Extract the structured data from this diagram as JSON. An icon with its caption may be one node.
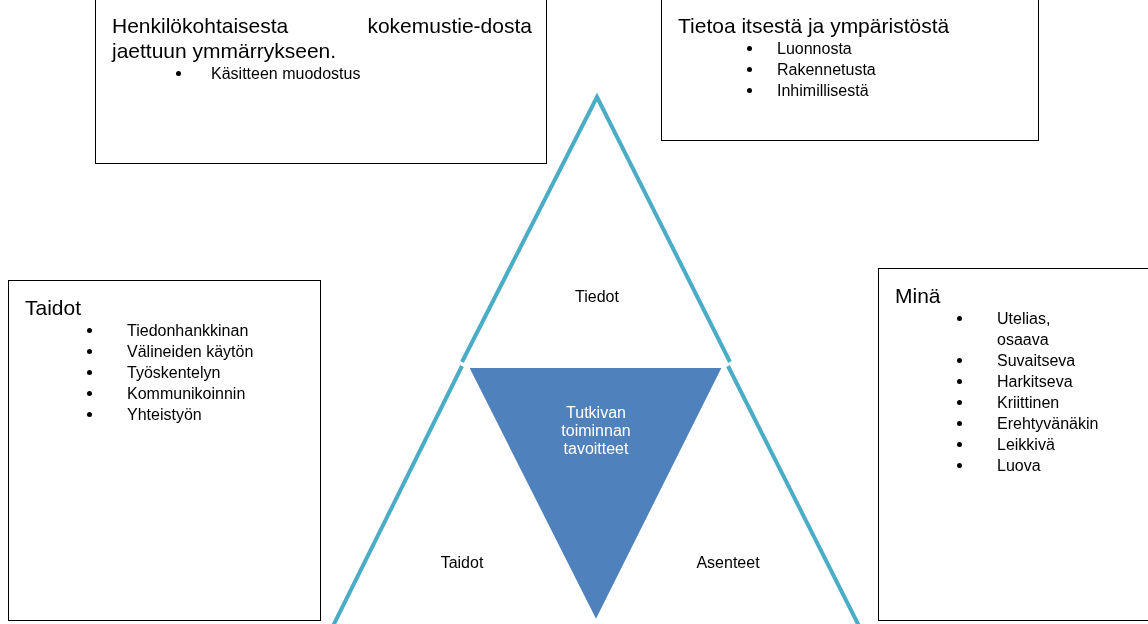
{
  "diagram": {
    "nodes": [
      {
        "text": [
          "Henkilökohtaisesta kokemustie-dosta jaettuun ymmärrykseen.",
          "Käsitteen muodostus"
        ]
      },
      {
        "text": [
          "Tietoa itsestä ja ympäristöstä",
          "Luonnosta",
          "Rakennetusta",
          "Inhimillisestä"
        ]
      },
      {
        "text": [
          "Taidot",
          "Tiedonhankkinan",
          "Välineiden käytön",
          "Työskentelyn",
          "Kommunikoinnin",
          "Yhteistyön"
        ]
      },
      {
        "text": [
          "Minä",
          "Utelias, osaava",
          "Suvaitseva",
          "Harkitseva",
          "Kriittinen",
          "Erehtyvänäkin",
          "Leikkivä",
          "Luova"
        ]
      },
      {
        "text": [
          "Tiedot"
        ]
      },
      {
        "text": [
          "Taidot"
        ]
      },
      {
        "text": [
          "Asenteet"
        ]
      },
      {
        "text": [
          "Tutkivan toiminnan tavoitteet"
        ]
      }
    ]
  }
}
